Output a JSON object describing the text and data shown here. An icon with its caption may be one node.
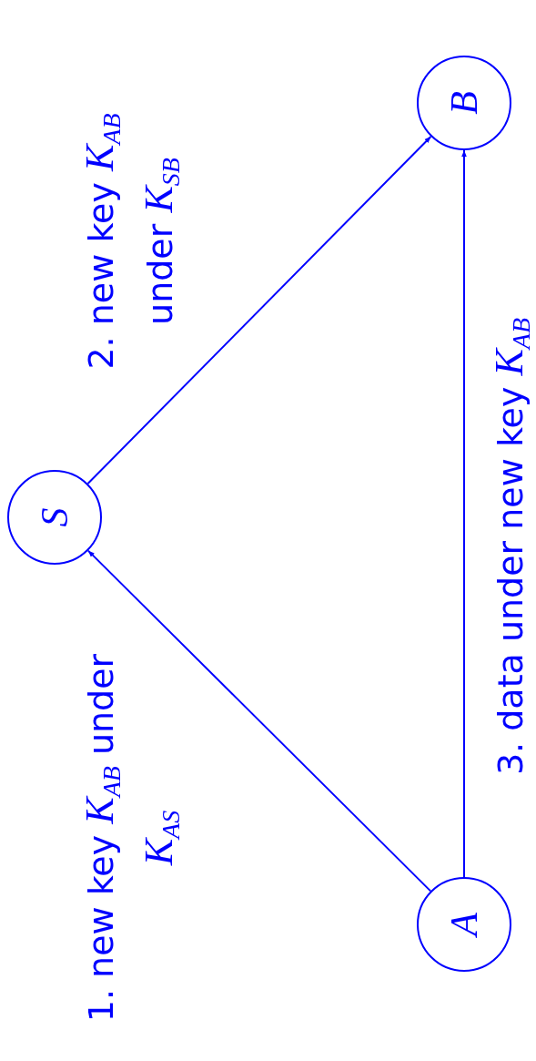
{
  "diagram": {
    "nodes": [
      {
        "text": [
          "A"
        ]
      },
      {
        "text": [
          "S"
        ]
      },
      {
        "text": [
          "B"
        ]
      }
    ],
    "edges": [
      {
        "from": 0,
        "to": 1,
        "arrow": "to",
        "label": "1. new key *K*$_{AB}$ under *K*$_{AS}$"
      },
      {
        "from": 1,
        "to": 2,
        "arrow": "to",
        "label": "2. new key *K*$_{AB}$ under *K*$_{SB}$"
      },
      {
        "from": 0,
        "to": 2,
        "arrow": "to",
        "label": "3. data under new key *K*$_{AB}$"
      }
    ]
  }
}
